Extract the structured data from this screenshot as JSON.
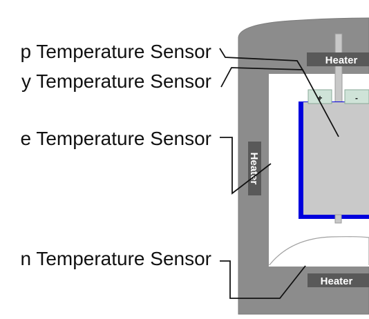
{
  "labels": {
    "top_sensor": "p Temperature Sensor",
    "battery_sensor": "y Temperature Sensor",
    "side_sensor": "e Temperature Sensor",
    "bottom_sensor": "n Temperature Sensor"
  },
  "heaters": {
    "top": "Heater",
    "side": "Heater",
    "bottom": "Heater"
  },
  "terminals": {
    "positive": "+",
    "negative": "-"
  },
  "colors": {
    "chamber_wall": "#8c8c8c",
    "heater_label_bg": "#595959",
    "cell_fill": "#c9c9c9",
    "cell_outline": "#0000dd",
    "terminal_fill": "#cfe3d8"
  }
}
